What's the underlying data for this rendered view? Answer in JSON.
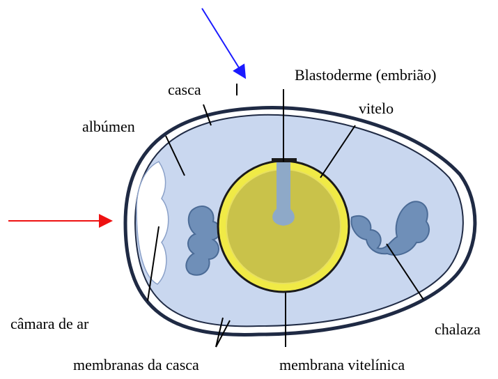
{
  "labels": {
    "blastoderme": "Blastoderme (embrião)",
    "casca": "casca",
    "vitelo": "vitelo",
    "albumen": "albúmen",
    "camara_de_ar": "câmara de  ar",
    "chalaza": "chalaza",
    "membranas_da_casca": "membranas da casca",
    "membrana_vitelinica": "membrana vitelínica"
  },
  "colors": {
    "shell_outline": "#1f2a44",
    "albumen_fill": "#c9d7ef",
    "chalaza_fill": "#6f8fb8",
    "yolk_ring": "#f0ea46",
    "yolk_fill": "#c9c24a",
    "blastoderm": "#8ea9c8",
    "arrow_blue": "#1a1aff",
    "arrow_red": "#ee1111"
  }
}
